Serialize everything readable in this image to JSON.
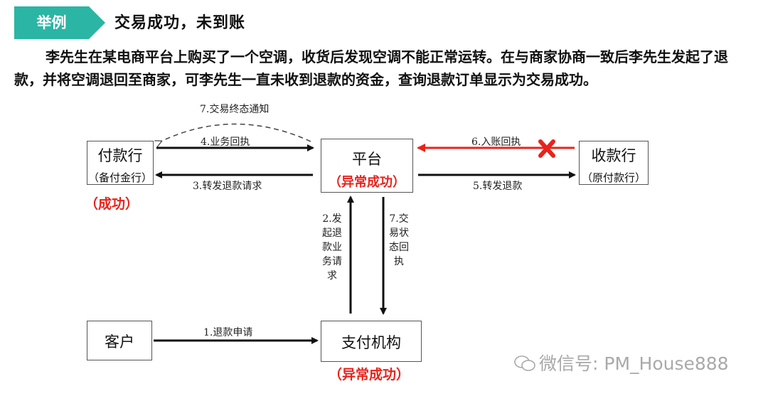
{
  "header": {
    "tag_label": "举例",
    "title": "交易成功，未到账"
  },
  "paragraph": "李先生在某电商平台上购买了一个空调，收货后发现空调不能正常运转。在与商家协商一致后李先生发起了退款，并将空调退回至商家，可李先生一直未收到退款的资金，查询退款订单显示为交易成功。",
  "diagram": {
    "nodes": {
      "payer_bank": {
        "name": "付款行",
        "sub": "（备付金行）",
        "status": "（成功）"
      },
      "platform": {
        "name": "平台",
        "status": "（异常成功）"
      },
      "payee_bank": {
        "name": "收款行",
        "sub": "（原付款行）"
      },
      "customer": {
        "name": "客户"
      },
      "payment_org": {
        "name": "支付机构",
        "status": "（异常成功）"
      }
    },
    "edges": {
      "e7_final_notice": "7.交易终态通知",
      "e4_business_receipt": "4.业务回执",
      "e3_forward_refund": "3.转发退款请求",
      "e6_credit_receipt": "6.入账回执",
      "e5_forward_refund": "5.转发退款",
      "e2_initiate_refund": "2.发起退款业务请求",
      "e7_tx_status_receipt": "7.交易状态回执",
      "e1_refund_apply": "1.退款申请"
    },
    "colors": {
      "tag": "#2bb5a4",
      "success_red": "#e8231c",
      "failed_arrow": "#e8231c",
      "arrow": "#111111"
    }
  },
  "watermark": "微信号: PM_House888"
}
